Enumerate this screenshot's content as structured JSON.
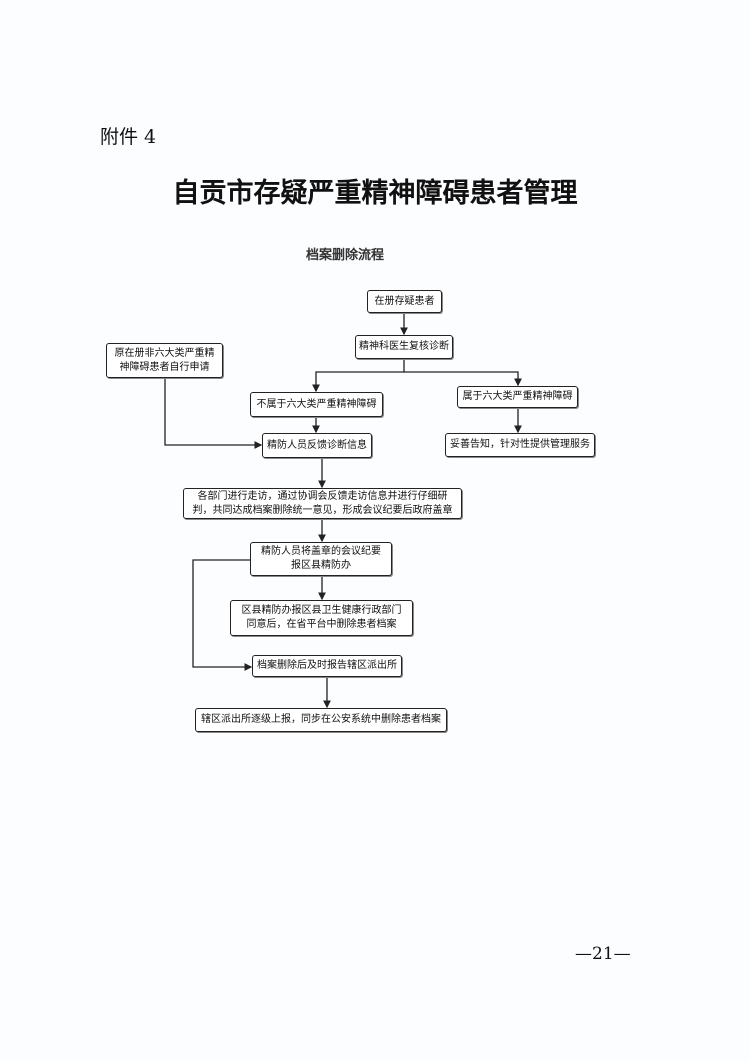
{
  "attachment_label": "附件 4",
  "title": "自贡市存疑严重精神障碍患者管理",
  "subtitle": "档案删除流程",
  "flow": {
    "start": "在册存疑患者",
    "review": "精神科医生复核诊断",
    "self_apply": "原在册非六大类严重精神障碍患者自行申请",
    "not_six": "不属于六大类严重精神障碍",
    "is_six": "属于六大类严重精神障碍",
    "feedback": "精防人员反馈诊断信息",
    "inform": "妥善告知，针对性提供管理服务",
    "visit": "各部门进行走访，通过协调会反馈走访信息并进行仔细研判，共同达成档案删除统一意见，形成会议纪要后政府盖章",
    "report_minutes": "精防人员将盖章的会议纪要报区县精防办",
    "delete_platform": "区县精防办报区县卫生健康行政部门同意后，在省平台中删除患者档案",
    "report_police": "档案删除后及时报告辖区派出所",
    "police_delete": "辖区派出所逐级上报，同步在公安系统中删除患者档案"
  },
  "page_number": "—21—"
}
